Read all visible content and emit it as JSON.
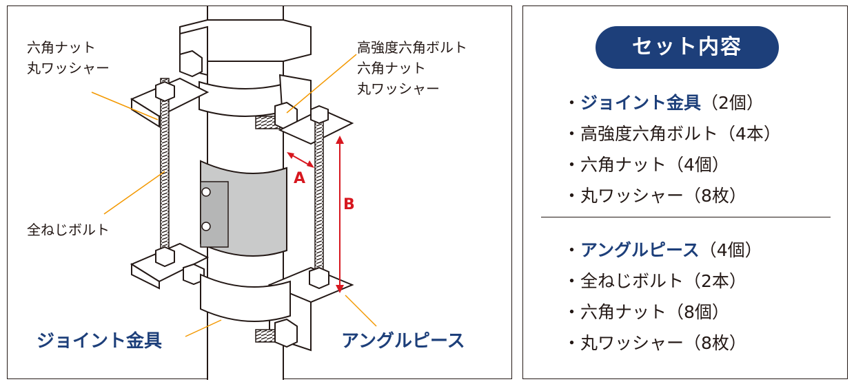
{
  "diagram": {
    "callouts": {
      "nut_washer_top_left": [
        "六角ナット",
        "丸ワッシャー"
      ],
      "high_strength_bolt": [
        "高強度六角ボルト",
        "六角ナット",
        "丸ワッシャー"
      ],
      "full_thread_bolt": "全ねじボルト"
    },
    "parts": {
      "joint_fitting": "ジョイント金具",
      "angle_piece": "アングルピース"
    },
    "dimensions": {
      "a": "A",
      "b": "B"
    },
    "colors": {
      "label_blue": "#1d3f7a",
      "dimension_red": "#d7171f",
      "callout_orange": "#f39800",
      "sleeve_gray": "#c9caca"
    }
  },
  "set_contents": {
    "title": "セット内容",
    "group1": {
      "header": {
        "bullet": "・",
        "name": "ジョイント金具",
        "qty": "（2個）"
      },
      "items": [
        "・高強度六角ボルト（4本）",
        "・六角ナット（4個）",
        "・丸ワッシャー（8枚）"
      ]
    },
    "group2": {
      "header": {
        "bullet": "・",
        "name": "アングルピース",
        "qty": "（4個）"
      },
      "items": [
        "・全ねじボルト（2本）",
        "・六角ナット（8個）",
        "・丸ワッシャー（8枚）"
      ]
    }
  }
}
